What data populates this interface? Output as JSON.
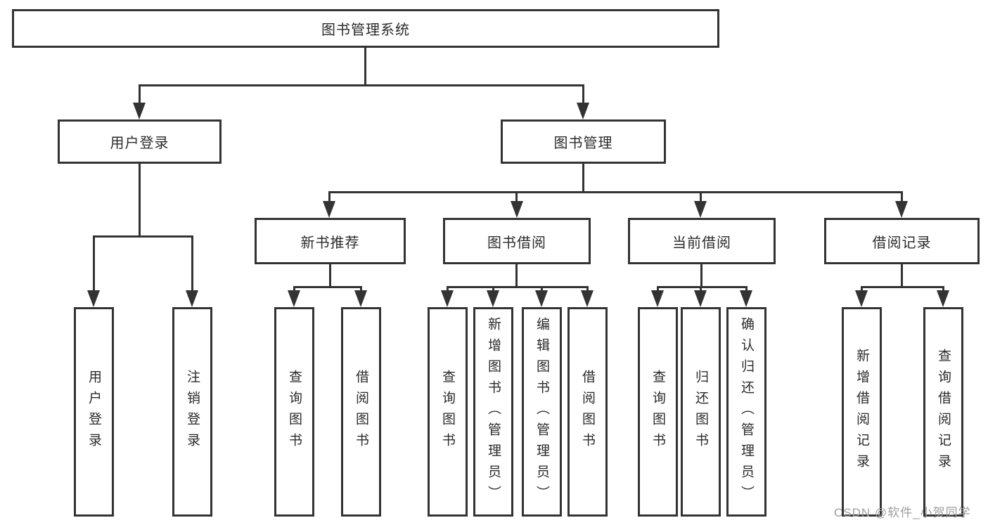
{
  "title": "图书管理系统",
  "level2": [
    {
      "label": "用户登录"
    },
    {
      "label": "图书管理"
    }
  ],
  "level3": [
    {
      "label": "新书推荐"
    },
    {
      "label": "图书借阅"
    },
    {
      "label": "当前借阅"
    },
    {
      "label": "借阅记录"
    }
  ],
  "level4": [
    {
      "label": "用户登录"
    },
    {
      "label": "注销登录"
    },
    {
      "label": "查询图书"
    },
    {
      "label": "借阅图书"
    },
    {
      "label": "查询图书"
    },
    {
      "label": "新增图书（管理员）"
    },
    {
      "label": "编辑图书（管理员）"
    },
    {
      "label": "借阅图书"
    },
    {
      "label": "查询图书"
    },
    {
      "label": "归还图书"
    },
    {
      "label": "确认归还（管理员）"
    },
    {
      "label": "新增借阅记录"
    },
    {
      "label": "查询借阅记录"
    }
  ],
  "watermark": "CSDN @软件_小贺同学",
  "colors": {
    "line": "#333333",
    "text": "#2b2b2b",
    "background": "#ffffff",
    "watermark": "#9e9e9e"
  }
}
